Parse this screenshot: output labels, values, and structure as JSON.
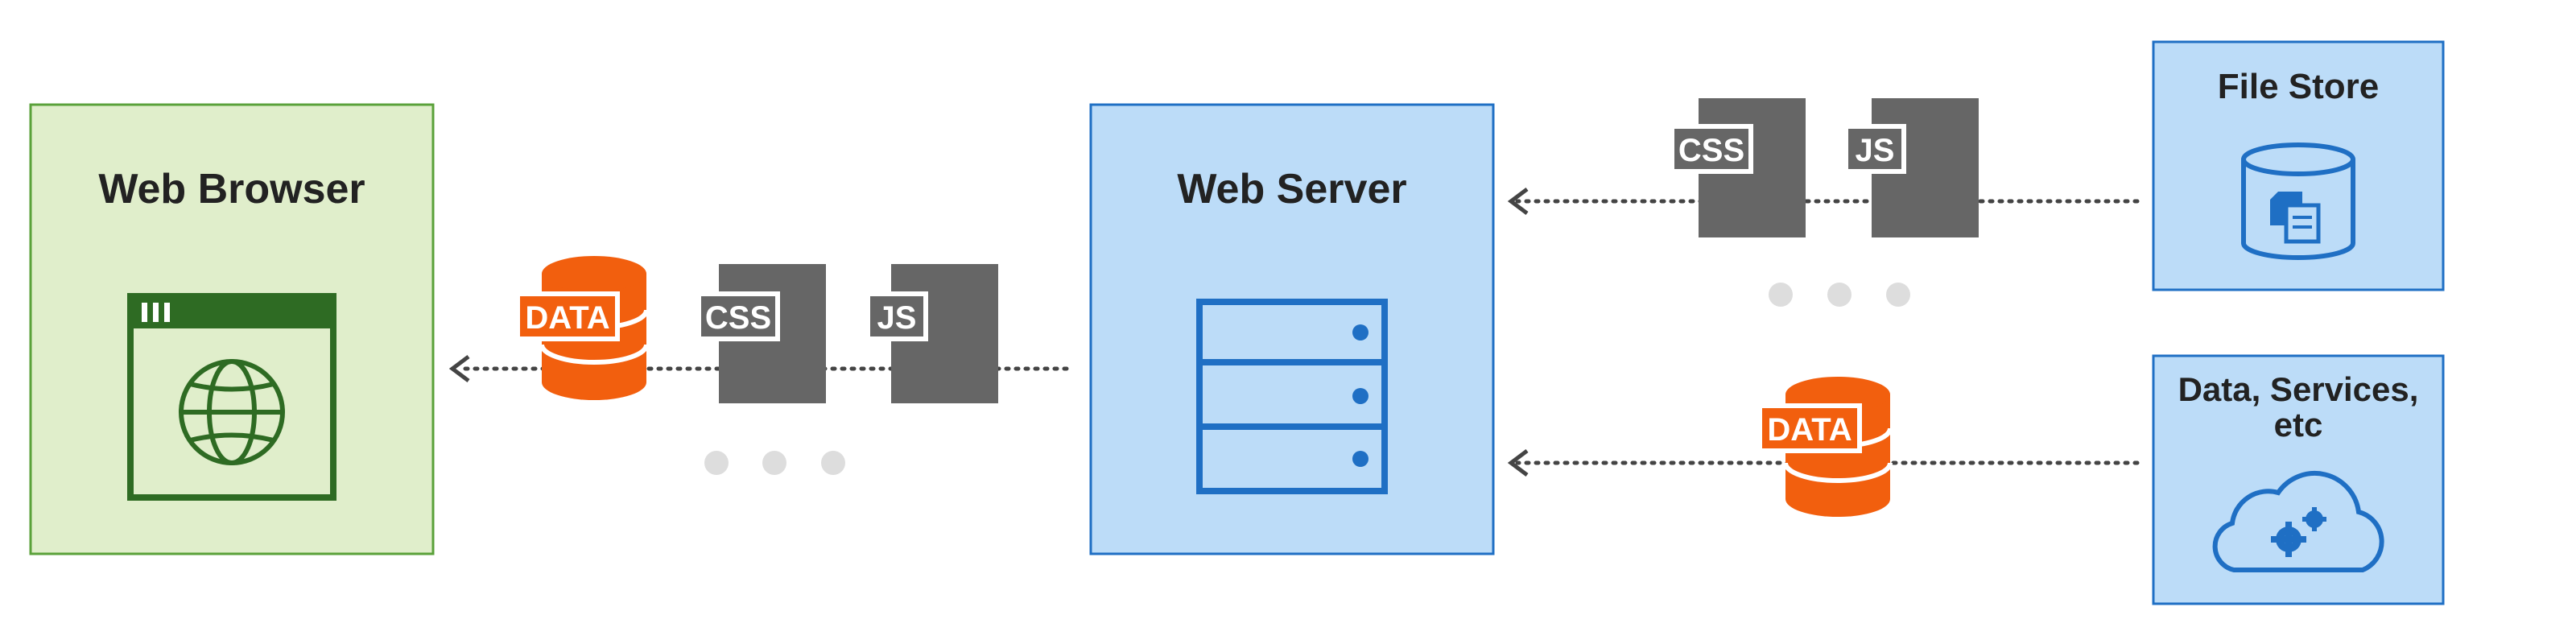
{
  "nodes": {
    "web_browser": {
      "title": "Web Browser",
      "fill": "#e0eecb",
      "stroke": "#5aa13a"
    },
    "web_server": {
      "title": "Web Server",
      "fill": "#bcdcf8",
      "stroke": "#1f6fc4"
    },
    "file_store": {
      "title": "File Store",
      "fill": "#bcdcf8",
      "stroke": "#1f6fc4"
    },
    "data_services": {
      "title": "Data, Services, etc",
      "fill": "#bcdcf8",
      "stroke": "#1f6fc4"
    }
  },
  "badges": {
    "data_label": "DATA",
    "css_label": "CSS",
    "js_label": "JS"
  },
  "colors": {
    "data_orange": "#f25f0e",
    "file_gray": "#666666",
    "icon_green": "#2e6b23",
    "icon_blue": "#1f6fc4",
    "dots": "#dddddd",
    "arrow": "#444444"
  }
}
